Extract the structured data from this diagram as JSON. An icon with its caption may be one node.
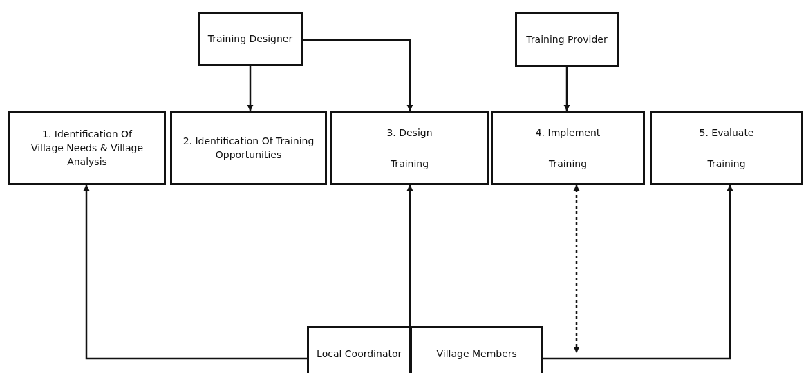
{
  "diagram": {
    "nodes": [
      {
        "text": [
          "Training Designer"
        ]
      },
      {
        "text": [
          "Training Provider"
        ]
      },
      {
        "text": [
          "1. Identification Of Village Needs & Village Analysis"
        ]
      },
      {
        "text": [
          "2. Identification Of Training Opportunities"
        ]
      },
      {
        "text": [
          "3. Design",
          "Training"
        ]
      },
      {
        "text": [
          "4. Implement",
          "Training"
        ]
      },
      {
        "text": [
          "5. Evaluate",
          "Training"
        ]
      },
      {
        "text": [
          "Local Coordinator",
          "Village Members"
        ]
      }
    ],
    "edges": [
      {
        "from": 0,
        "to": 3,
        "arrow": "to"
      },
      {
        "from": 0,
        "to": 4,
        "arrow": "to"
      },
      {
        "from": 1,
        "to": 5,
        "arrow": "to"
      },
      {
        "from": 7,
        "to": 2,
        "arrow": "to"
      },
      {
        "from": 7,
        "to": 4,
        "arrow": "to"
      },
      {
        "from": 7,
        "to": 5,
        "arrow": "both",
        "style": "dashed"
      },
      {
        "from": 7,
        "to": 6,
        "arrow": "to"
      }
    ]
  }
}
